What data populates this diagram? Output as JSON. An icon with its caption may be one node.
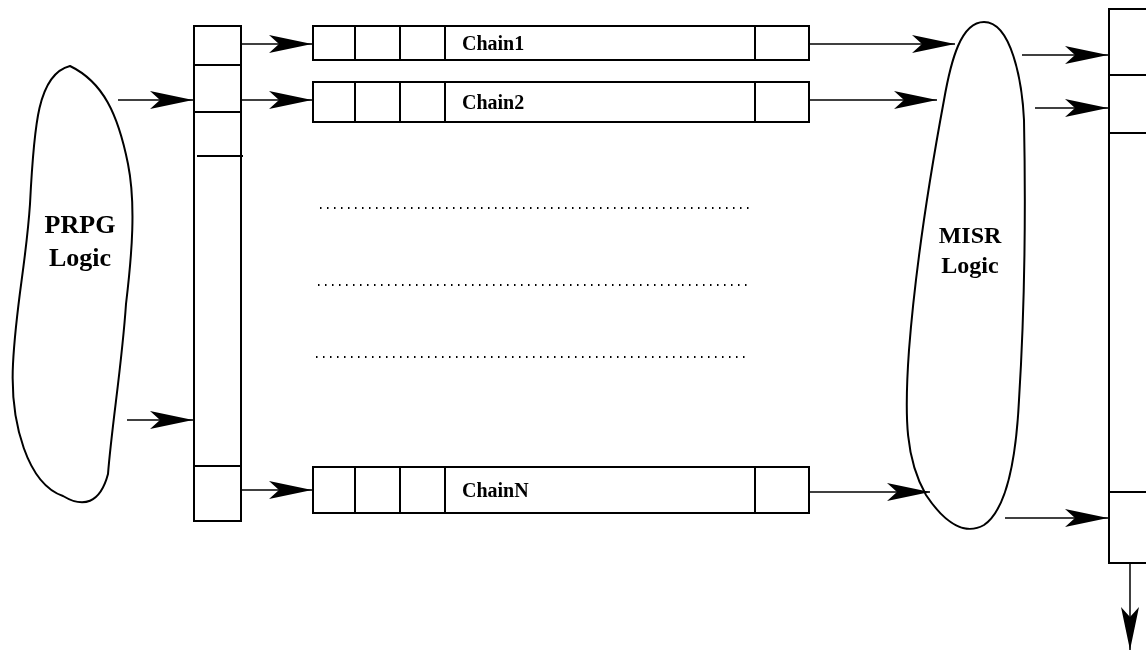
{
  "diagram": {
    "nodes": [
      {
        "text": [
          "PRPG Logic"
        ]
      },
      {
        "text": [],
        "shape": "box"
      },
      {
        "text": [
          "Chain1"
        ]
      },
      {
        "text": [
          "Chain2"
        ]
      },
      {
        "text": [
          "ChainN"
        ]
      },
      {
        "text": [
          "MISR Logic"
        ]
      },
      {
        "text": [],
        "shape": "box"
      }
    ],
    "edges": [
      {
        "from": 0,
        "to": 1,
        "arrow": "to"
      },
      {
        "from": 0,
        "to": 1,
        "arrow": "to"
      },
      {
        "from": 1,
        "to": 2,
        "arrow": "to"
      },
      {
        "from": 1,
        "to": 3,
        "arrow": "to"
      },
      {
        "from": 1,
        "to": 4,
        "arrow": "to"
      },
      {
        "from": 2,
        "to": 5,
        "arrow": "to"
      },
      {
        "from": 3,
        "to": 5,
        "arrow": "to"
      },
      {
        "from": 4,
        "to": 5,
        "arrow": "to"
      },
      {
        "from": 5,
        "to": 6,
        "arrow": "to"
      },
      {
        "from": 5,
        "to": 6,
        "arrow": "to"
      },
      {
        "from": 5,
        "to": 6,
        "arrow": "to"
      },
      {
        "from": 6,
        "to": null,
        "arrow": "to"
      }
    ]
  }
}
